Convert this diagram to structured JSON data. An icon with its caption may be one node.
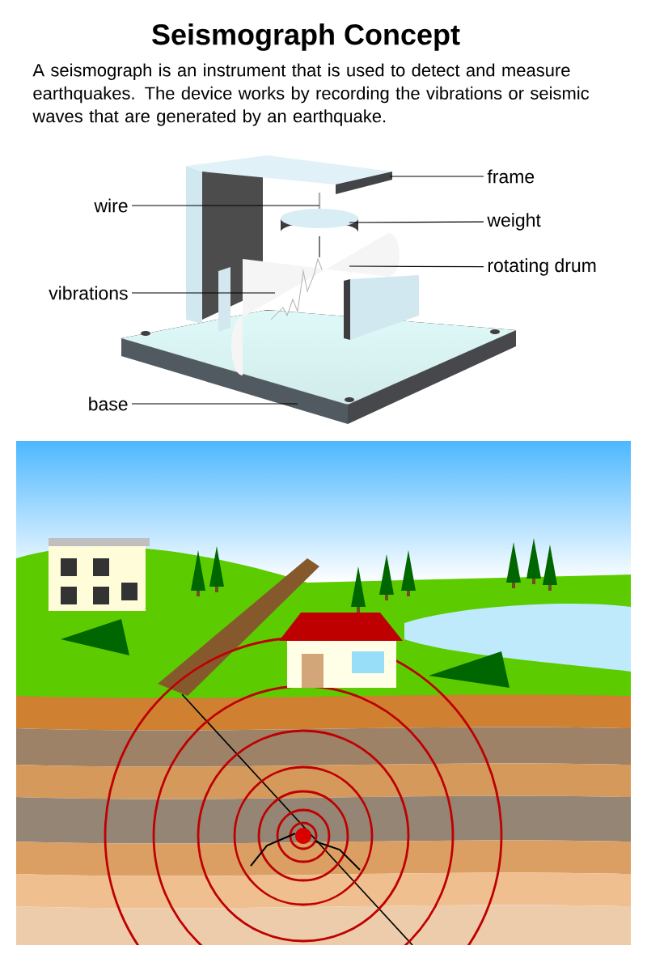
{
  "diagram": {
    "title": "Seismograph Concept",
    "caption": "A seismograph is an instrument that is used to detect and measure earthquakes. The device works by recording the vibrations or seismic waves that are generated by an earthquake.",
    "nodes": [
      {
        "text": [
          "wire"
        ]
      },
      {
        "text": [
          "frame"
        ]
      },
      {
        "text": [
          "weight"
        ]
      },
      {
        "text": [
          "rotating drum"
        ]
      },
      {
        "text": [
          "vibrations"
        ]
      },
      {
        "text": [
          "base"
        ]
      }
    ],
    "edges": [
      {
        "from": 0,
        "to": null,
        "arrow": "none"
      },
      {
        "from": 1,
        "to": null,
        "arrow": "none"
      },
      {
        "from": 2,
        "to": null,
        "arrow": "none"
      },
      {
        "from": 3,
        "to": null,
        "arrow": "none"
      },
      {
        "from": 4,
        "to": null,
        "arrow": "none"
      },
      {
        "from": 5,
        "to": null,
        "arrow": "none"
      }
    ]
  }
}
